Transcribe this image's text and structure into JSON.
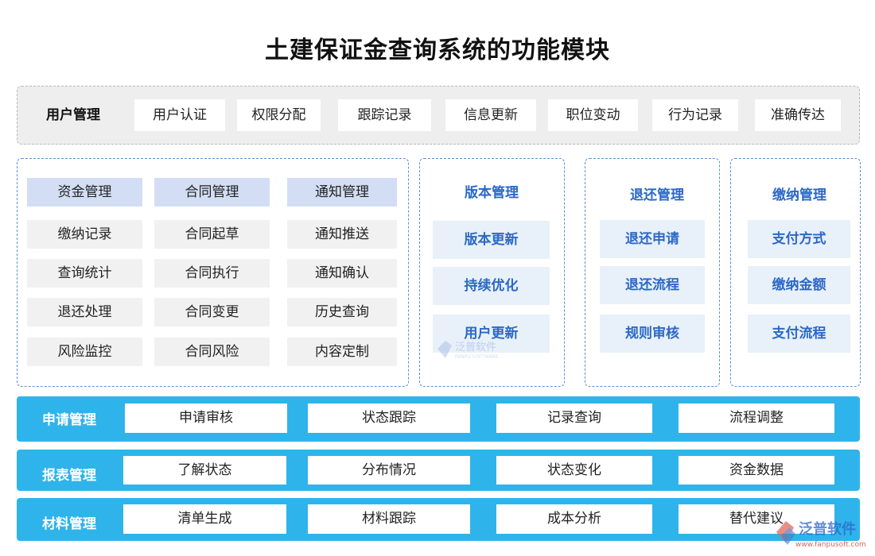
{
  "title": "土建保证金查询系统的功能模块",
  "user_mgmt": {
    "label": "用户管理",
    "items": [
      "用户认证",
      "权限分配",
      "跟踪记录",
      "信息更新",
      "职位变动",
      "行为记录",
      "准确传达"
    ]
  },
  "big_panel": {
    "headers": [
      "资金管理",
      "合同管理",
      "通知管理"
    ],
    "rows": [
      [
        "缴纳记录",
        "合同起草",
        "通知推送"
      ],
      [
        "查询统计",
        "合同执行",
        "通知确认"
      ],
      [
        "退还处理",
        "合同变更",
        "历史查询"
      ],
      [
        "风险监控",
        "合同风险",
        "内容定制"
      ]
    ]
  },
  "version_panel": {
    "title": "版本管理",
    "items": [
      "版本更新",
      "持续优化",
      "用户更新"
    ]
  },
  "refund_panel": {
    "title": "退还管理",
    "items": [
      "退还申请",
      "退还流程",
      "规则审核"
    ]
  },
  "payment_panel": {
    "title": "缴纳管理",
    "items": [
      "支付方式",
      "缴纳金额",
      "支付流程"
    ]
  },
  "bars": [
    {
      "label": "申请管理",
      "items": [
        "申请审核",
        "状态跟踪",
        "记录查询",
        "流程调整"
      ]
    },
    {
      "label": "报表管理",
      "items": [
        "了解状态",
        "分布情况",
        "状态变化",
        "资金数据"
      ]
    },
    {
      "label": "材料管理",
      "items": [
        "清单生成",
        "材料跟踪",
        "成本分析",
        "替代建议"
      ]
    }
  ],
  "watermark_center": {
    "cn": "泛普软件",
    "en": "FANPU SOFTWARE"
  },
  "watermark_corner": {
    "cn": "泛普软件",
    "url": "www.fanpusoft.com"
  },
  "colors": {
    "bar_blue": "#2eb4ea",
    "panel_border": "#5a8fd8",
    "header_fill": "#d3def4",
    "accent_text": "#2b68c7"
  }
}
